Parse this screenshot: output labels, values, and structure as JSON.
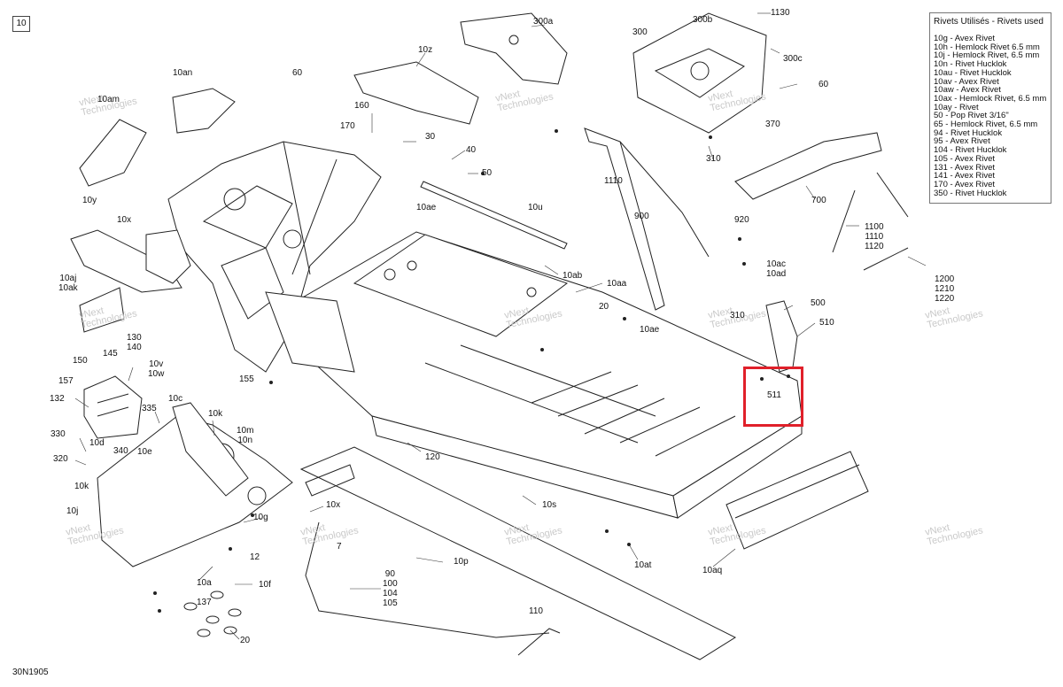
{
  "page_number": "10",
  "diagram_code": "30N1905",
  "highlight_color": "#e0202a",
  "legend": {
    "title": "Rivets Utilisés - Rivets used",
    "items": [
      "10g - Avex Rivet",
      "10h - Hemlock Rivet 6.5 mm",
      "10j - Hemlock Rivet, 6.5 mm",
      "10n - Rivet Hucklok",
      "10au - Rivet Hucklok",
      "10av - Avex Rivet",
      "10aw - Avex Rivet",
      "10ax - Hemlock Rivet, 6.5 mm",
      "10ay - Rivet",
      "50 - Pop Rivet 3/16\"",
      "65 - Hemlock Rivet, 6.5 mm",
      "94 - Rivet Hucklok",
      "95 - Avex Rivet",
      "104 - Rivet Hucklok",
      "105 - Avex Rivet",
      "131 - Avex Rivet",
      "141 - Avex Rivet",
      "170 - Avex Rivet",
      "350 - Rivet Hucklok"
    ]
  },
  "watermark": {
    "line1": "vNext",
    "line2": "Technologies"
  },
  "callouts": {
    "c300a": "300a",
    "c1130": "1130",
    "c300b": "300b",
    "c300": "300",
    "c300c": "300c",
    "c10z": "10z",
    "c10an": "10an",
    "c60a": "60",
    "c10am": "10am",
    "c160": "160",
    "c170": "170",
    "c30": "30",
    "c40": "40",
    "c50": "50",
    "c60b": "60",
    "c370": "370",
    "c310a": "310",
    "c1110": "1110",
    "c900": "900",
    "c700": "700",
    "c10y": "10y",
    "c10x_a": "10x",
    "c10ae": "10ae",
    "c10u": "10u",
    "c920": "920",
    "c1100": "1100\n1110\n1120",
    "c10ac": "10ac\n10ad",
    "c1200": "1200\n1210\n1220",
    "c10aj": "10aj\n10ak",
    "c10ab": "10ab",
    "c10aa": "10aa",
    "c20a": "20",
    "c310b": "310",
    "c500": "500",
    "c510": "510",
    "c10ae2": "10ae",
    "c130": "130\n140",
    "c150": "150",
    "c145": "145",
    "c10v": "10v\n10w",
    "c157": "157",
    "c155": "155",
    "c132": "132",
    "c10c": "10c",
    "c335": "335",
    "c10k_a": "10k",
    "c511": "511",
    "c330": "330",
    "c10m": "10m\n10n",
    "c10d": "10d",
    "c340": "340",
    "c10e": "10e",
    "c320": "320",
    "c120": "120",
    "c10k_b": "10k",
    "c10j": "10j",
    "c10s": "10s",
    "c10x_b": "10x",
    "c10g": "10g",
    "c12": "12",
    "c7": "7",
    "c10p": "10p",
    "c10at": "10at",
    "c10aq": "10aq",
    "c10a": "10a",
    "c10f": "10f",
    "c137": "137",
    "c90": "90\n100\n104\n105",
    "c110": "110",
    "c20b": "20"
  }
}
